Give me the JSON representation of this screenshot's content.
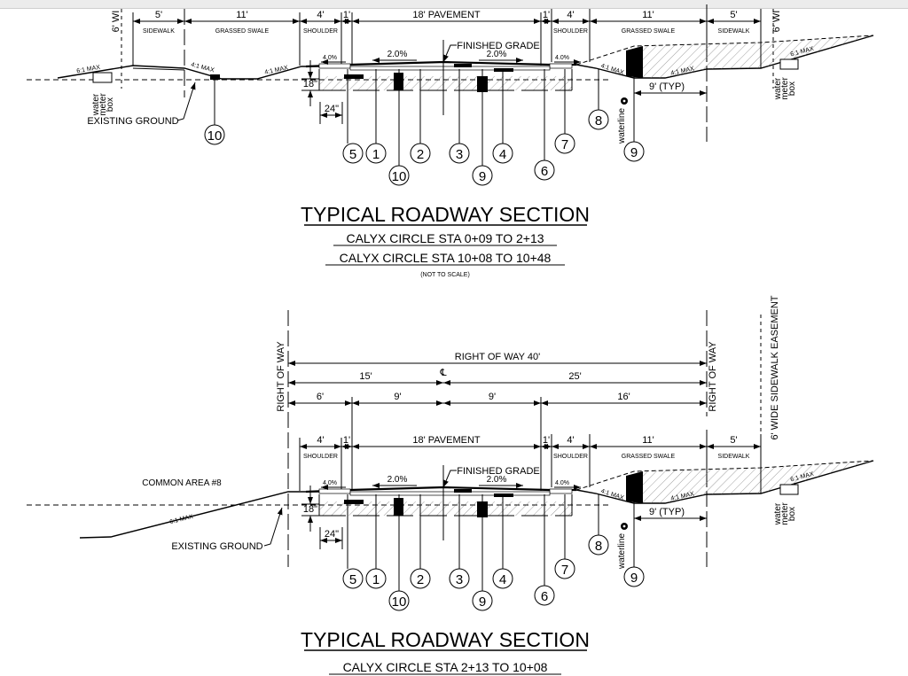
{
  "sections": [
    {
      "dims": {
        "sidewalk_l": "5'",
        "swale_l": "11'",
        "shoulder_l": "4'",
        "gap_l": "1'",
        "pavement": "18'  PAVEMENT",
        "gap_r": "1'",
        "shoulder_r": "4'",
        "swale_r": "11'",
        "sidewalk_r": "5'"
      },
      "labels": {
        "sidewalk_l": "SIDEWALK",
        "swale_l": "GRASSED SWALE",
        "shoulder_l": "SHOULDER",
        "shoulder_r": "SHOULDER",
        "swale_r": "GRASSED SWALE",
        "sidewalk_r": "SIDEWALK",
        "easement_l": "6' WI",
        "easement_r": "6' WI"
      },
      "slopes": {
        "left_6_1": "6:1 MAX",
        "left_4_1a": "4:1 MAX",
        "left_4_1b": "4:1 MAX",
        "shoulder_l": "4.0%",
        "pave_l": "2.0%",
        "pave_r": "2.0%",
        "shoulder_r": "4.0%",
        "right_4_1a": "4:1 MAX",
        "right_4_1b": "4:1 MAX",
        "right_6_1": "6:1 MAX"
      },
      "notes": {
        "finished_grade": "FINISHED GRADE",
        "existing_ground": "EXISTING GROUND",
        "depth": "18\"",
        "width": "24\"",
        "typ": "9' (TYP)",
        "waterline": "waterline",
        "meter_box": [
          "water",
          "meter",
          "box"
        ]
      },
      "callouts": [
        "10",
        "5",
        "1",
        "2",
        "3",
        "4",
        "10",
        "9",
        "6",
        "7",
        "8",
        "9"
      ],
      "title": "TYPICAL ROADWAY SECTION",
      "subtitles": [
        "CALYX CIRCLE STA 0+09 TO 2+13",
        "CALYX CIRCLE STA 10+08 TO 10+48"
      ],
      "scale_note": "(NOT TO SCALE)"
    },
    {
      "row": {
        "total": "RIGHT OF WAY 40'",
        "left_part": "15'",
        "right_part": "25'",
        "centerline": "℄",
        "d1": "6'",
        "d2": "9'",
        "d3": "9'",
        "d4": "16'",
        "row_label_l": "RIGHT OF WAY",
        "row_label_r": "RIGHT OF WAY",
        "easement": "6' WIDE SIDEWALK EASEMENT"
      },
      "dims": {
        "shoulder_l": "4'",
        "gap_l": "1'",
        "pavement": "18'  PAVEMENT",
        "gap_r": "1'",
        "shoulder_r": "4'",
        "swale_r": "11'",
        "sidewalk_r": "5'"
      },
      "labels": {
        "shoulder_l": "SHOULDER",
        "shoulder_r": "SHOULDER",
        "swale_r": "GRASSED SWALE",
        "sidewalk_r": "SIDEWALK"
      },
      "slopes": {
        "left_6_1": "6:1 MAX",
        "shoulder_l": "4.0%",
        "pave_l": "2.0%",
        "pave_r": "2.0%",
        "shoulder_r": "4.0%",
        "right_4_1a": "4:1 MAX",
        "right_4_1b": "4:1 MAX",
        "right_6_1": "6:1 MAX"
      },
      "notes": {
        "common_area": "COMMON AREA #8",
        "finished_grade": "FINISHED GRADE",
        "existing_ground": "EXISTING GROUND",
        "depth": "18\"",
        "width": "24\"",
        "typ": "9' (TYP)",
        "waterline": "waterline",
        "meter_box": [
          "water",
          "meter",
          "box"
        ]
      },
      "callouts": [
        "5",
        "1",
        "2",
        "3",
        "4",
        "10",
        "9",
        "6",
        "7",
        "8",
        "9"
      ],
      "title": "TYPICAL ROADWAY SECTION",
      "subtitles": [
        "CALYX CIRCLE STA 2+13 TO 10+08"
      ]
    }
  ],
  "colors": {
    "line": "#000000",
    "slope_text": "#b06a00",
    "hatch": "#777777"
  }
}
